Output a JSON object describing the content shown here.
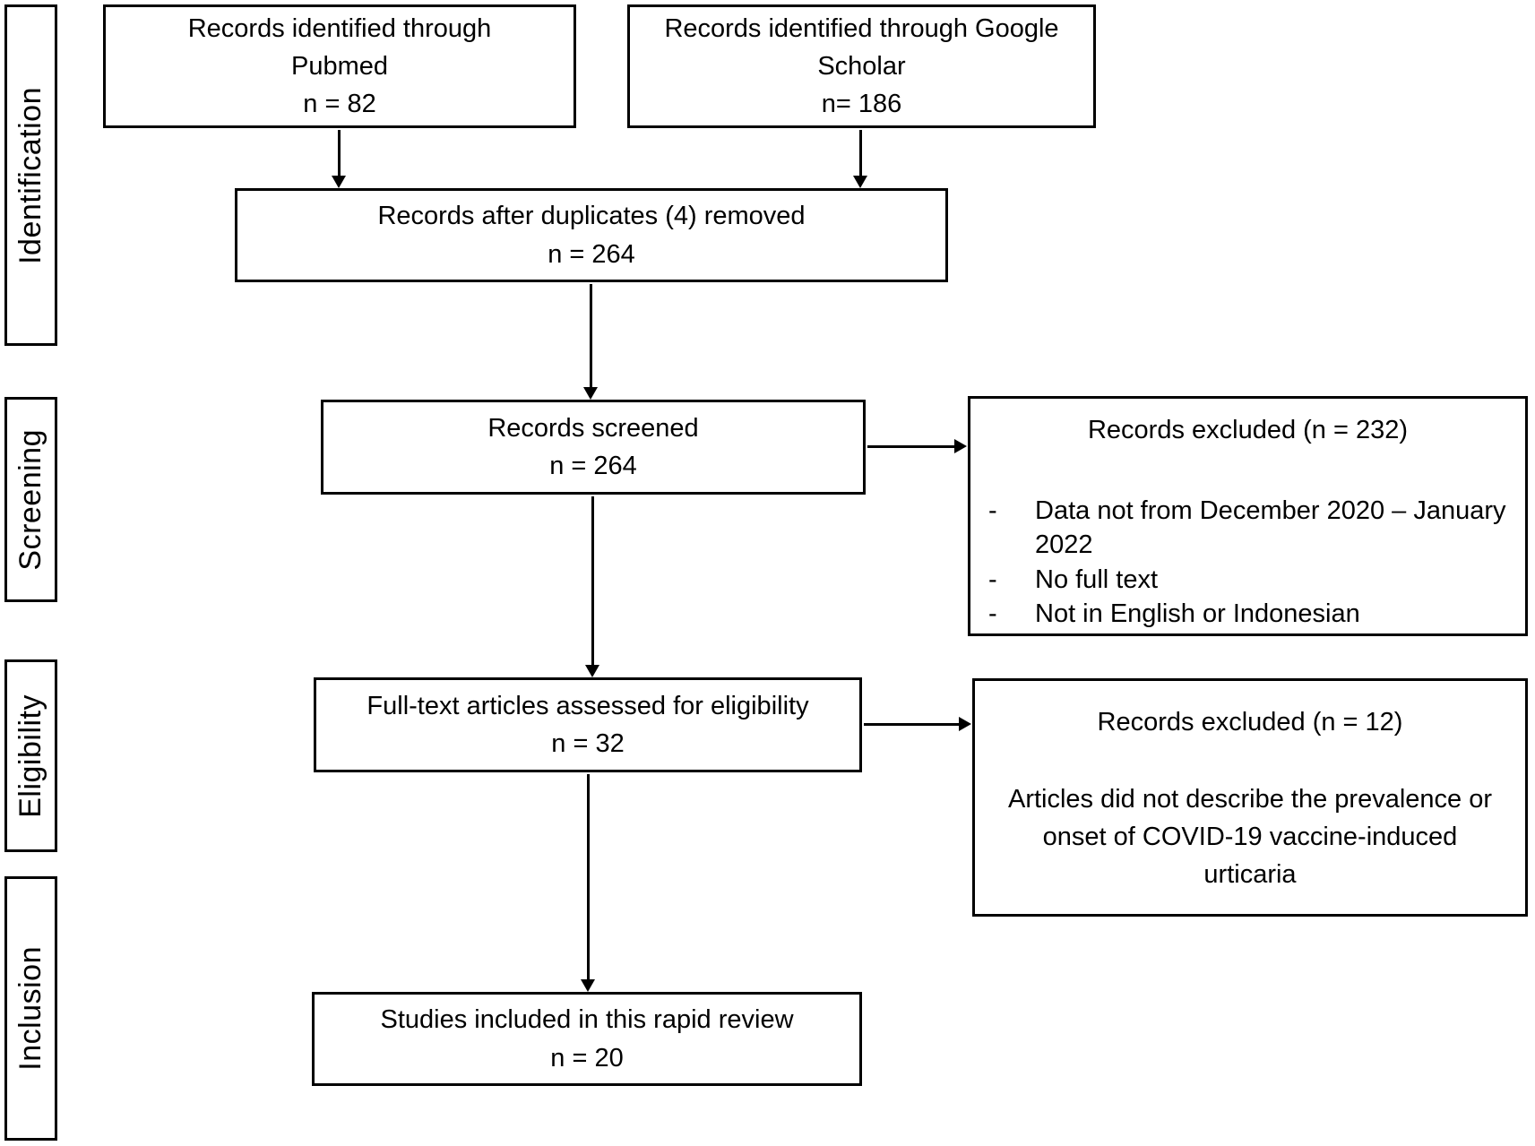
{
  "stages": {
    "identification": "Identification",
    "screening": "Screening",
    "eligibility": "Eligibility",
    "inclusion": "Inclusion"
  },
  "bullet_marker": "-",
  "boxes": {
    "pubmed": {
      "line1": "Records identified through",
      "line2": "Pubmed",
      "count": "n = 82"
    },
    "google_scholar": {
      "line1": "Records identified through Google",
      "line2": "Scholar",
      "count": "n= 186"
    },
    "duplicates_removed": {
      "line1": "Records after duplicates (4) removed",
      "count": "n = 264"
    },
    "records_screened": {
      "line1": "Records screened",
      "count": "n = 264"
    },
    "excluded_screening": {
      "title": "Records excluded (n = 232)",
      "bullets": [
        "Data not from December 2020 – January 2022",
        "No full text",
        "Not in English or Indonesian"
      ]
    },
    "fulltext_assessed": {
      "line1": "Full-text articles assessed for eligibility",
      "count": "n = 32"
    },
    "excluded_eligibility": {
      "title": "Records excluded (n = 12)",
      "reason": "Articles did not describe the prevalence or onset of COVID-19 vaccine-induced urticaria"
    },
    "studies_included": {
      "line1": "Studies included in this rapid review",
      "count": "n = 20"
    }
  }
}
